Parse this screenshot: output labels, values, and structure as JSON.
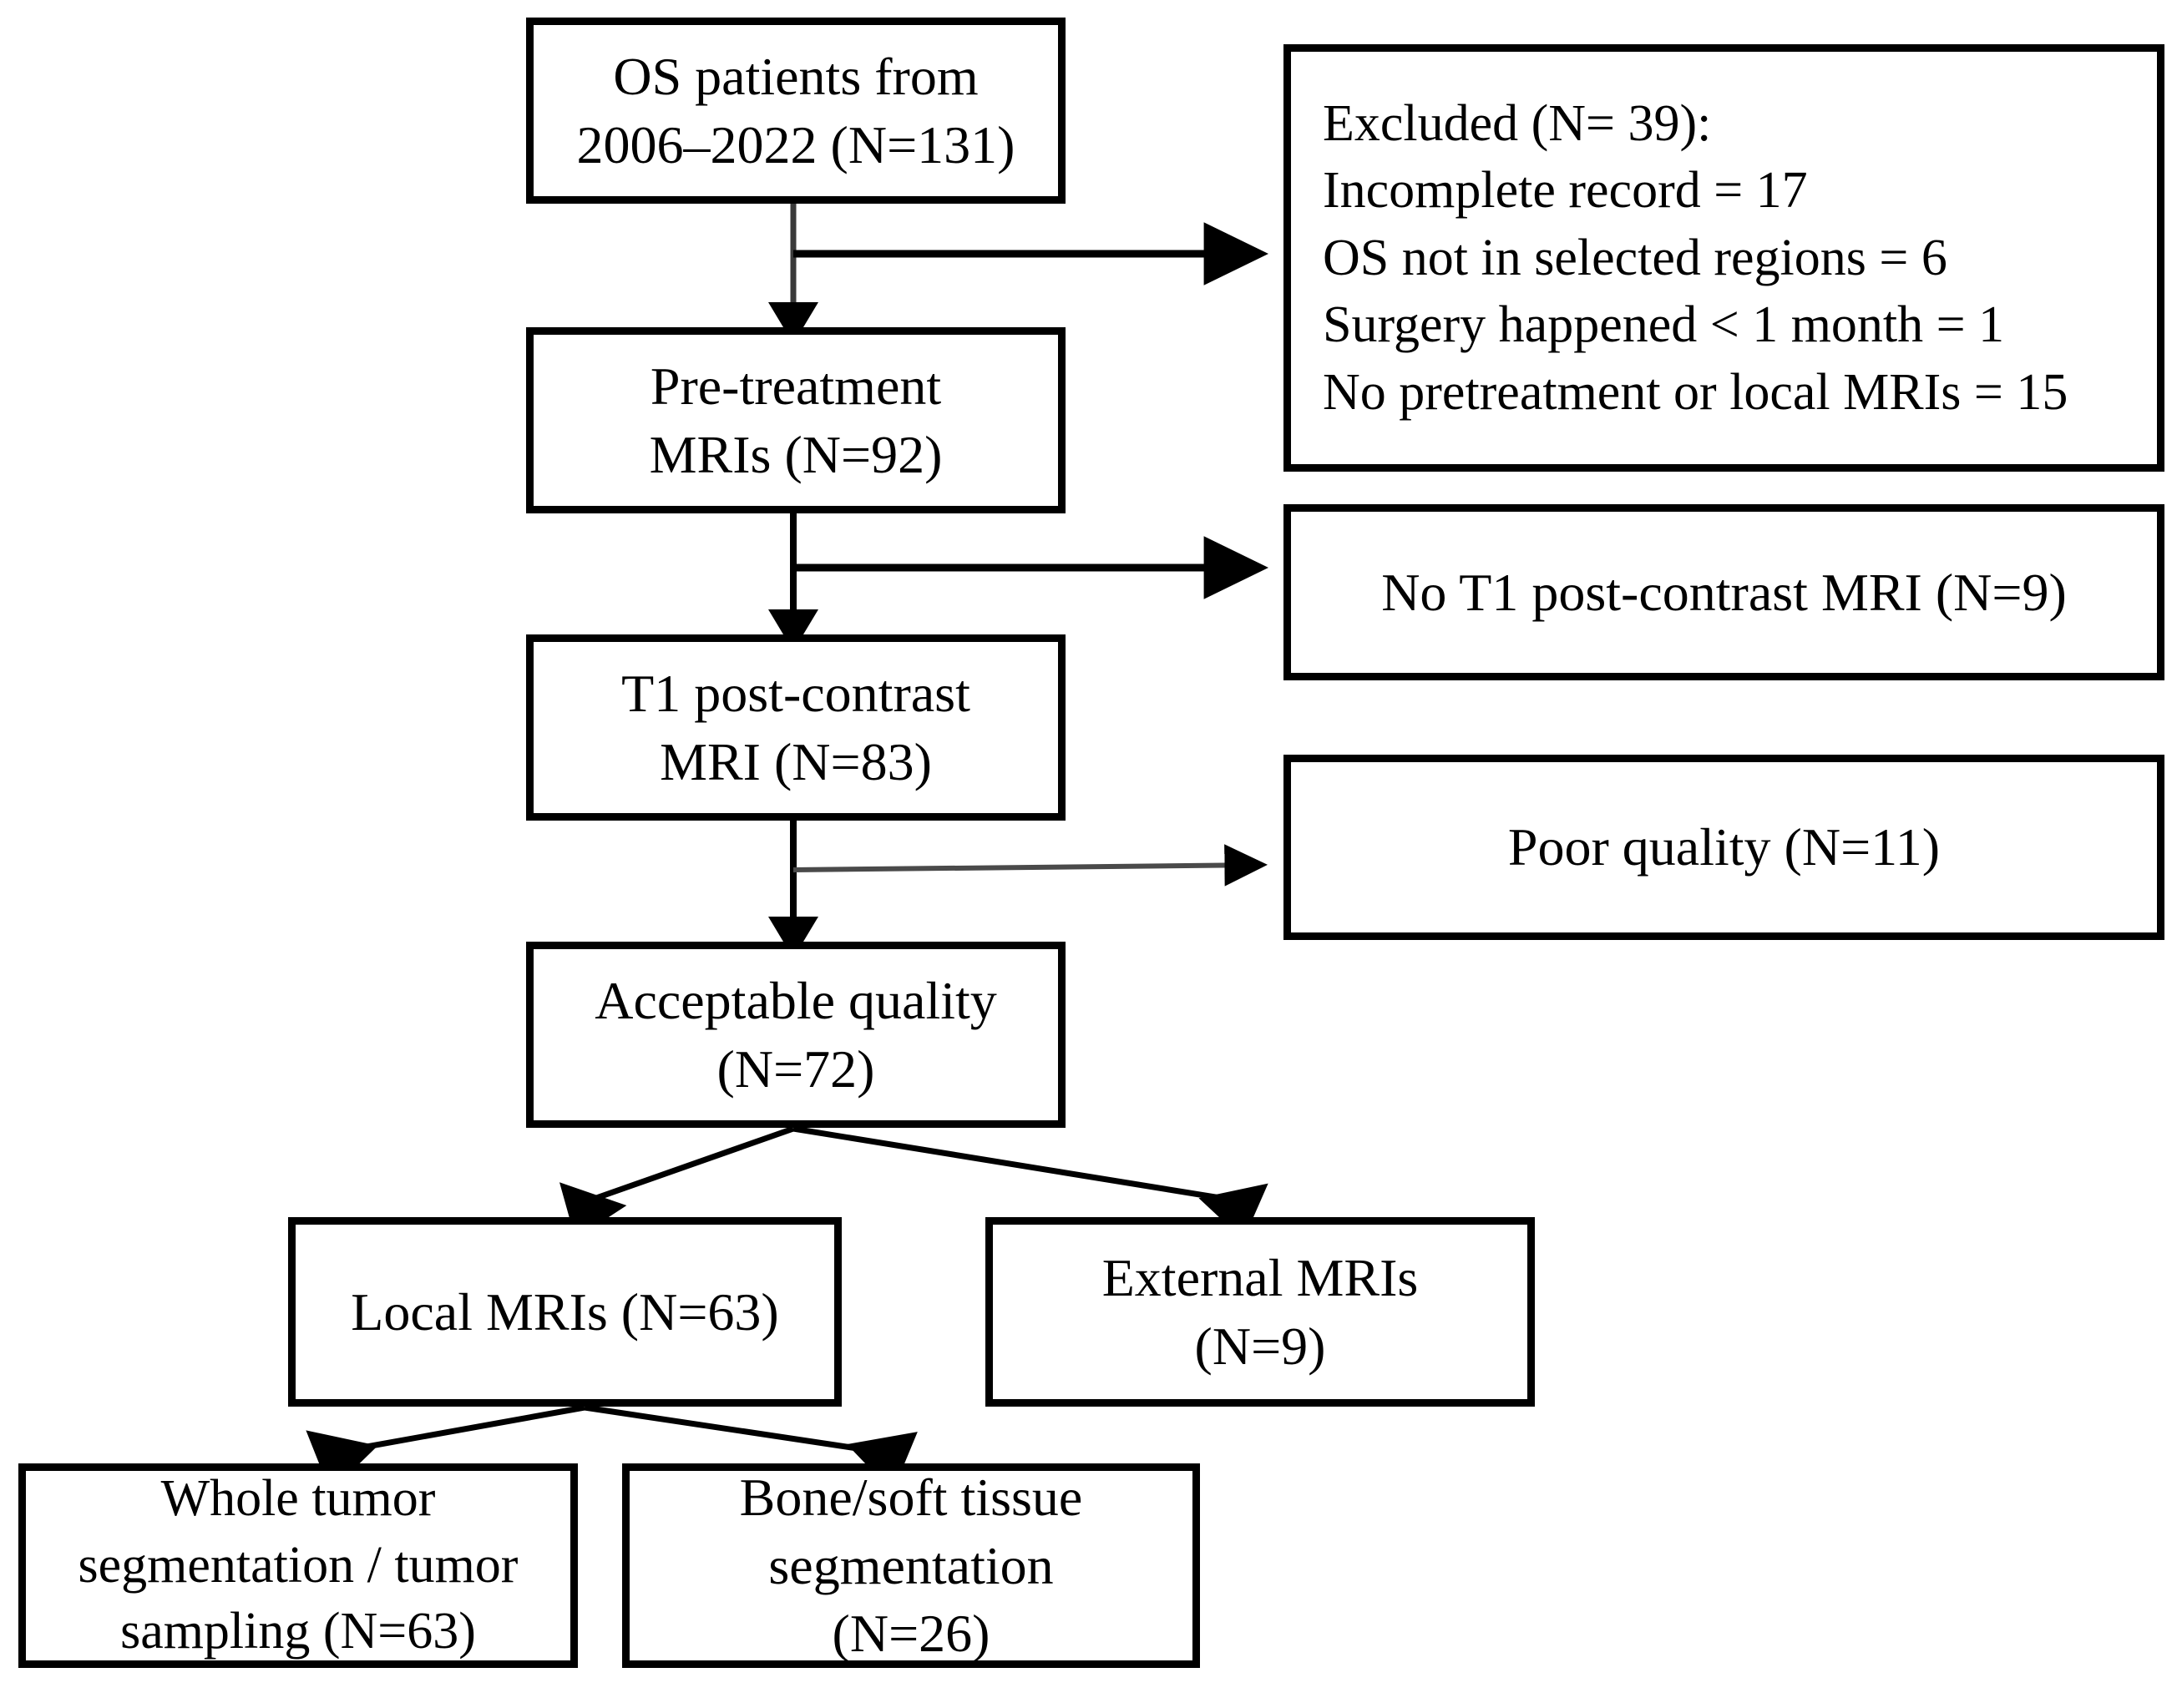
{
  "diagram": {
    "title": "OS patient selection flowchart",
    "colors": {
      "box_border": "#000000",
      "box_fill": "#ffffff",
      "connector": "#000000",
      "connector_faded": "#5a5a5a"
    },
    "main_flow": [
      {
        "id": "n1",
        "label": "OS patients from\n2006–2022 (N=131)",
        "count": 131
      },
      {
        "id": "n2",
        "label": "Pre-treatment\nMRIs (N=92)",
        "count": 92
      },
      {
        "id": "n3",
        "label": "T1 post-contrast\nMRI (N=83)",
        "count": 83
      },
      {
        "id": "n4",
        "label": "Acceptable quality\n(N=72)",
        "count": 72
      }
    ],
    "exclusions": [
      {
        "id": "x1",
        "label": "Excluded (N= 39):\n   Incomplete record = 17\n   OS not in selected regions = 6\n   Surgery happened < 1 month = 1\n   No pretreatment or local MRIs = 15",
        "total": 39,
        "reasons": [
          {
            "reason": "Incomplete record",
            "n": 17
          },
          {
            "reason": "OS not in selected regions",
            "n": 6
          },
          {
            "reason": "Surgery happened < 1 month",
            "n": 1
          },
          {
            "reason": "No pretreatment or local MRIs",
            "n": 15
          }
        ]
      },
      {
        "id": "x2",
        "label": "No T1 post-contrast MRI (N=9)",
        "count": 9
      },
      {
        "id": "x3",
        "label": "Poor quality (N=11)",
        "count": 11
      }
    ],
    "split_level": [
      {
        "id": "l1",
        "label": "Local MRIs (N=63)",
        "count": 63
      },
      {
        "id": "l2",
        "label": "External MRIs\n(N=9)",
        "count": 9
      }
    ],
    "leaf_level": [
      {
        "id": "b1",
        "label": "Whole tumor\nsegmentation / tumor\nsampling (N=63)",
        "count": 63
      },
      {
        "id": "b2",
        "label": "Bone/soft tissue\nsegmentation\n(N=26)",
        "count": 26
      }
    ]
  }
}
